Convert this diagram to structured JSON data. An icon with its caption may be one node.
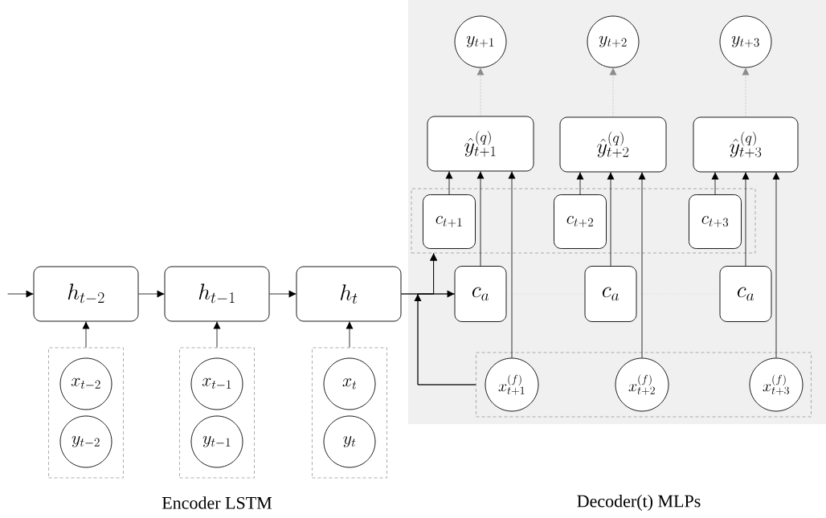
{
  "diagram": {
    "nodes": [
      {
        "text": [
          "h_{t-2}"
        ]
      },
      {
        "text": [
          "h_{t-1}"
        ]
      },
      {
        "text": [
          "h_t"
        ]
      },
      {
        "text": [],
        "shape": "box"
      },
      {
        "text": [
          "x_{t-2}"
        ],
        "in": 3
      },
      {
        "text": [
          "y_{t-2}"
        ],
        "in": 3
      },
      {
        "text": [],
        "shape": "box"
      },
      {
        "text": [
          "x_{t-1}"
        ],
        "in": 6
      },
      {
        "text": [
          "y_{t-1}"
        ],
        "in": 6
      },
      {
        "text": [],
        "shape": "box"
      },
      {
        "text": [
          "x_t"
        ],
        "in": 9
      },
      {
        "text": [
          "y_t"
        ],
        "in": 9
      },
      {
        "text": [
          "y_{t+1}"
        ]
      },
      {
        "text": [
          "y_{t+2}"
        ]
      },
      {
        "text": [
          "y_{t+3}"
        ]
      },
      {
        "text": [
          "\\hat{y}^{(q)}_{t+1}"
        ]
      },
      {
        "text": [
          "\\hat{y}^{(q)}_{t+2}"
        ]
      },
      {
        "text": [
          "\\hat{y}^{(q)}_{t+3}"
        ]
      },
      {
        "text": [],
        "shape": "box"
      },
      {
        "text": [
          "c_{t+1}"
        ],
        "in": 18
      },
      {
        "text": [
          "c_{t+2}"
        ],
        "in": 18
      },
      {
        "text": [
          "c_{t+3}"
        ],
        "in": 18
      },
      {
        "text": [
          "c_a"
        ]
      },
      {
        "text": [
          "c_a"
        ]
      },
      {
        "text": [
          "c_a"
        ]
      },
      {
        "text": [],
        "shape": "box"
      },
      {
        "text": [
          "x^{(f)}_{t+1}"
        ],
        "in": 25
      },
      {
        "text": [
          "x^{(f)}_{t+2}"
        ],
        "in": 25
      },
      {
        "text": [
          "x^{(f)}_{t+3}"
        ],
        "in": 25
      }
    ],
    "edges": [
      {
        "from": null,
        "to": 0,
        "arrow": "to"
      },
      {
        "from": 0,
        "to": 1,
        "arrow": "to"
      },
      {
        "from": 1,
        "to": 2,
        "arrow": "to"
      },
      {
        "from": 3,
        "to": 0,
        "arrow": "to"
      },
      {
        "from": 6,
        "to": 1,
        "arrow": "to"
      },
      {
        "from": 9,
        "to": 2,
        "arrow": "to"
      },
      {
        "from": 2,
        "to": 22,
        "arrow": "to"
      },
      {
        "from": 2,
        "to": 18,
        "arrow": "to"
      },
      {
        "from": 25,
        "to": 22,
        "arrow": "to"
      },
      {
        "from": 25,
        "to": 18,
        "arrow": "to"
      },
      {
        "from": 19,
        "to": 15,
        "arrow": "to"
      },
      {
        "from": 22,
        "to": 15,
        "arrow": "to"
      },
      {
        "from": 26,
        "to": 15,
        "arrow": "to"
      },
      {
        "from": 20,
        "to": 16,
        "arrow": "to"
      },
      {
        "from": 23,
        "to": 16,
        "arrow": "to"
      },
      {
        "from": 27,
        "to": 16,
        "arrow": "to"
      },
      {
        "from": 21,
        "to": 17,
        "arrow": "to"
      },
      {
        "from": 24,
        "to": 17,
        "arrow": "to"
      },
      {
        "from": 28,
        "to": 17,
        "arrow": "to"
      },
      {
        "from": 15,
        "to": 12,
        "arrow": "to",
        "style": "dashed",
        "color": "#8c8c8c"
      },
      {
        "from": 16,
        "to": 13,
        "arrow": "to",
        "style": "dashed",
        "color": "#8c8c8c"
      },
      {
        "from": 17,
        "to": 14,
        "arrow": "to",
        "style": "dashed",
        "color": "#8c8c8c"
      },
      {
        "from": 22,
        "to": 23,
        "arrow": "none",
        "style": "dashed",
        "color": "#c8c8c8"
      },
      {
        "from": 23,
        "to": 24,
        "arrow": "none",
        "style": "dashed",
        "color": "#c8c8c8"
      }
    ],
    "labels": [
      "Encoder LSTM",
      "Decoder(t) MLPs"
    ]
  }
}
